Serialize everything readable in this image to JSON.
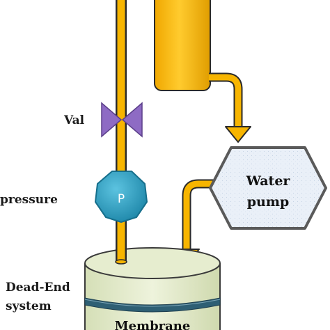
{
  "labels": {
    "valve": "Val",
    "pressure": "pressure",
    "dead_end_line1": "Dead-End",
    "dead_end_line2": "system",
    "pump_line1": "Water",
    "pump_line2": "pump",
    "pressure_gauge": "P",
    "membrane": "Membrane"
  },
  "colors": {
    "pipe_fill": "#f7b500",
    "pipe_outline": "#2a2a2a",
    "valve": "#8e6bc4",
    "gauge": "#31a2c4",
    "pump_fill": "#e9eff7",
    "pump_border": "#5a5a5a",
    "cell_fill": "#e3ebcc",
    "membrane_band": "#2e5f74"
  },
  "icons": {
    "valve": "bowtie-valve-icon",
    "gauge": "octagon-gauge-icon",
    "pump": "hexagon-pump-icon",
    "arrow": "arrowhead-icon"
  }
}
